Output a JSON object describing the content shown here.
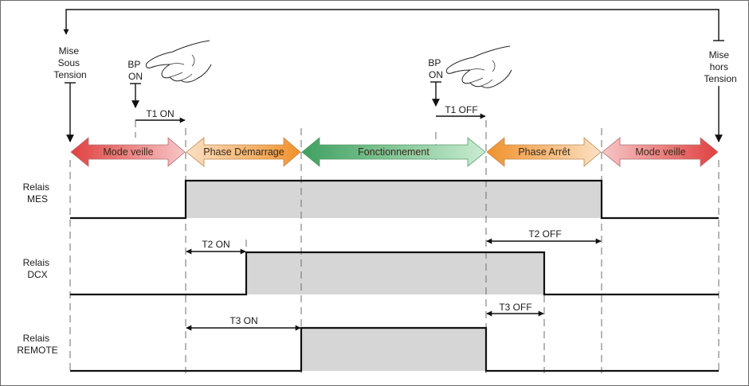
{
  "power_on_label": [
    "Mise",
    "Sous",
    "Tension"
  ],
  "power_off_label": [
    "Mise",
    "hors",
    "Tension"
  ],
  "button_1_label": [
    "BP",
    "ON"
  ],
  "button_2_label": [
    "BP",
    "ON"
  ],
  "timers": {
    "t1_on": "T1 ON",
    "t1_off": "T1 OFF",
    "t2_on": "T2 ON",
    "t2_off": "T2 OFF",
    "t3_on": "T3 ON",
    "t3_off": "T3 OFF"
  },
  "phases": [
    {
      "label": "Mode veille",
      "color_light": "#f7c6c6",
      "color_dark": "#e04040"
    },
    {
      "label": "Phase Démarrage",
      "color_light": "#fbe0c4",
      "color_dark": "#f0922c"
    },
    {
      "label": "Fonctionnement",
      "color_light": "#c8ecd0",
      "color_dark": "#3fa060"
    },
    {
      "label": "Phase Arrêt",
      "color_light": "#fbe0c4",
      "color_dark": "#f0922c"
    },
    {
      "label": "Mode veille",
      "color_light": "#f7c6c6",
      "color_dark": "#e04040"
    }
  ],
  "relays": [
    {
      "label": [
        "Relais",
        "MES"
      ]
    },
    {
      "label": [
        "Relais",
        "DCX"
      ]
    },
    {
      "label": [
        "Relais",
        "REMOTE"
      ]
    }
  ]
}
